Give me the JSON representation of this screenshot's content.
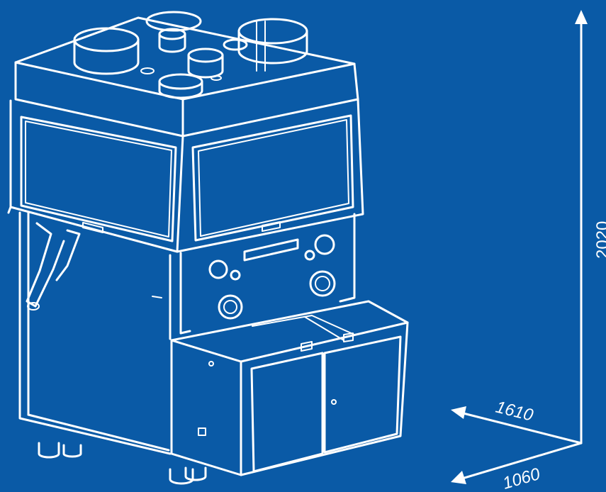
{
  "dimensions": {
    "height": "2020",
    "width": "1610",
    "depth": "1060"
  },
  "colors": {
    "background": "#0a5aa6",
    "line": "#ffffff"
  }
}
